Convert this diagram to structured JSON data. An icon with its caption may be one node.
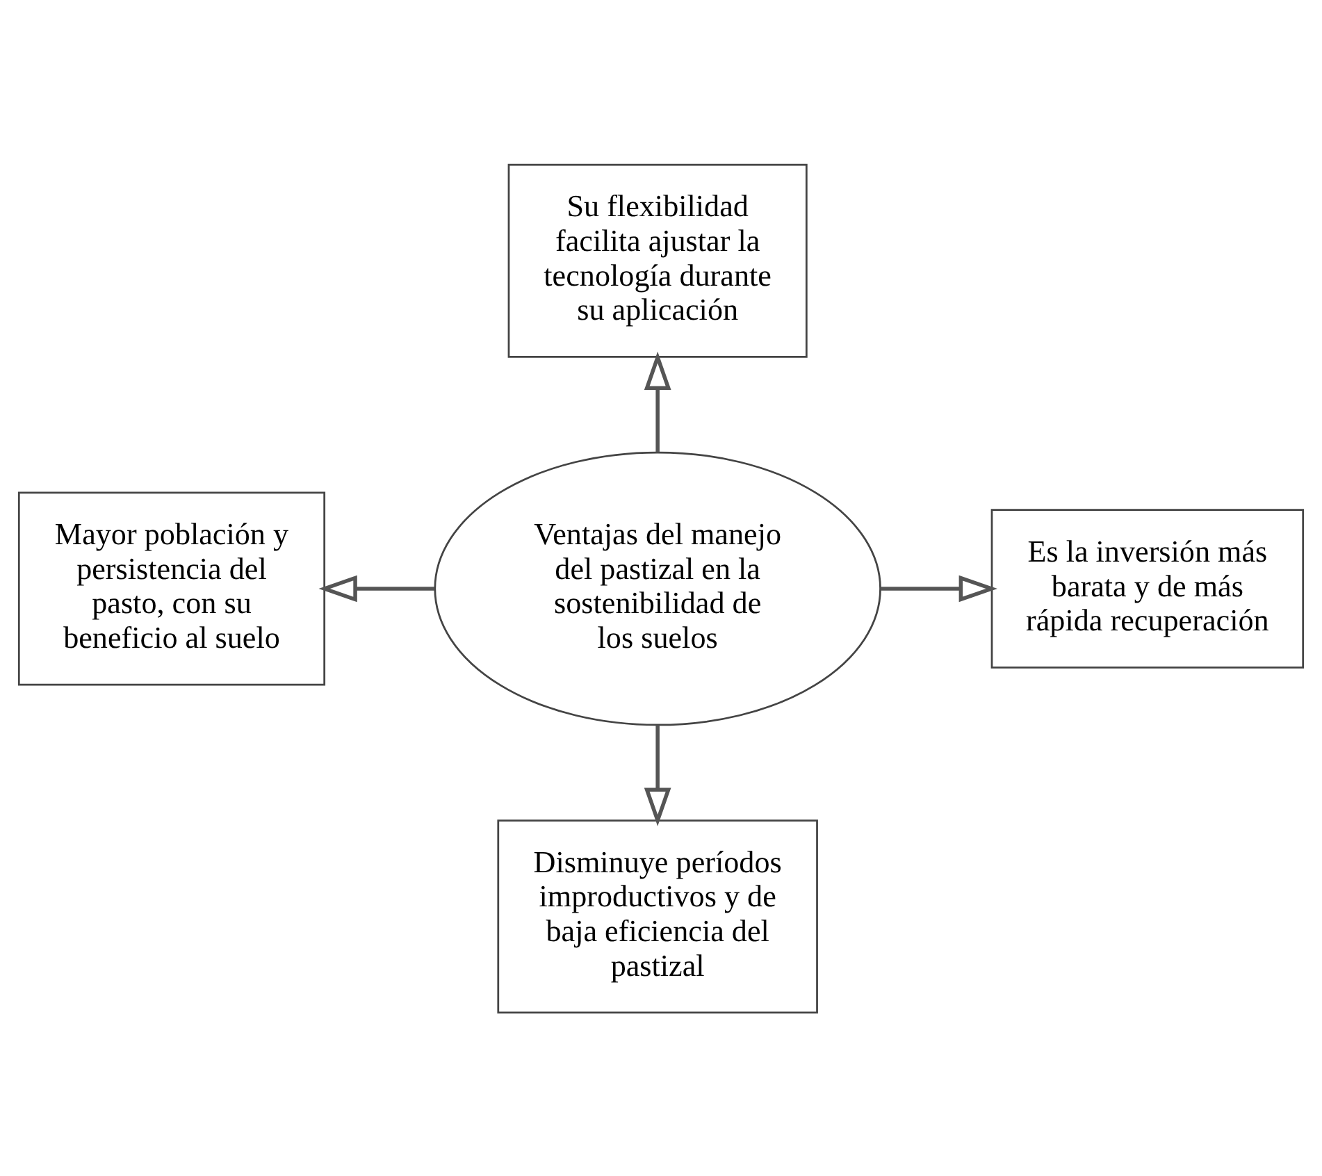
{
  "diagram": {
    "nodes": [
      {
        "text": [
          "Ventajas del manejo del pastizal en la sostenibilidad de los suelos"
        ]
      },
      {
        "text": [
          "Su flexibilidad facilita ajustar la tecnología durante su aplicación"
        ]
      },
      {
        "text": [
          "Mayor población y persistencia del pasto, con su beneficio al suelo"
        ]
      },
      {
        "text": [
          "Es la inversión más barata y de más rápida recuperación"
        ]
      },
      {
        "text": [
          "Disminuye períodos improductivos y de baja eficiencia del pastizal"
        ]
      }
    ],
    "edges": [
      {
        "from": 0,
        "to": 1,
        "arrow": "to"
      },
      {
        "from": 0,
        "to": 2,
        "arrow": "to"
      },
      {
        "from": 0,
        "to": 3,
        "arrow": "to"
      },
      {
        "from": 0,
        "to": 4,
        "arrow": "to"
      }
    ]
  }
}
